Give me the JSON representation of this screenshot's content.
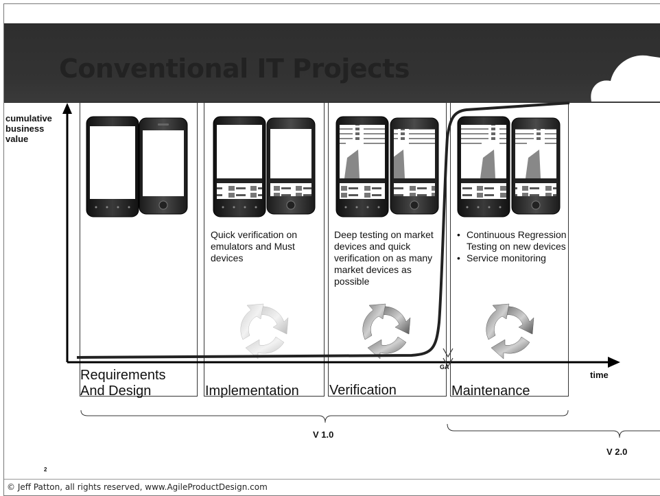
{
  "slide": {
    "title": "Conventional IT Projects",
    "page_number": "2",
    "footer": "© Jeff Patton, all rights reserved, www.AgileProductDesign.com"
  },
  "axes": {
    "y_label": "cumulative\nbusiness\nvalue",
    "x_label": "time",
    "milestone": "GA"
  },
  "stages": [
    {
      "label": "Requirements\nAnd Design",
      "description": ""
    },
    {
      "label": "Implementation",
      "description": "Quick verification on emulators and Must devices"
    },
    {
      "label": "Verification",
      "description": "Deep testing on market devices and quick verification on as many market devices as possible"
    },
    {
      "label": "Maintenance",
      "bullets": [
        "Continuous Regression Testing on new devices",
        "Service monitoring"
      ]
    }
  ],
  "versions": [
    "V 1.0",
    "V 2.0"
  ],
  "icons": {
    "phone": "smartphone-icon",
    "cycle": "cycle-arrows-icon",
    "cloud": "cloud-icon"
  }
}
